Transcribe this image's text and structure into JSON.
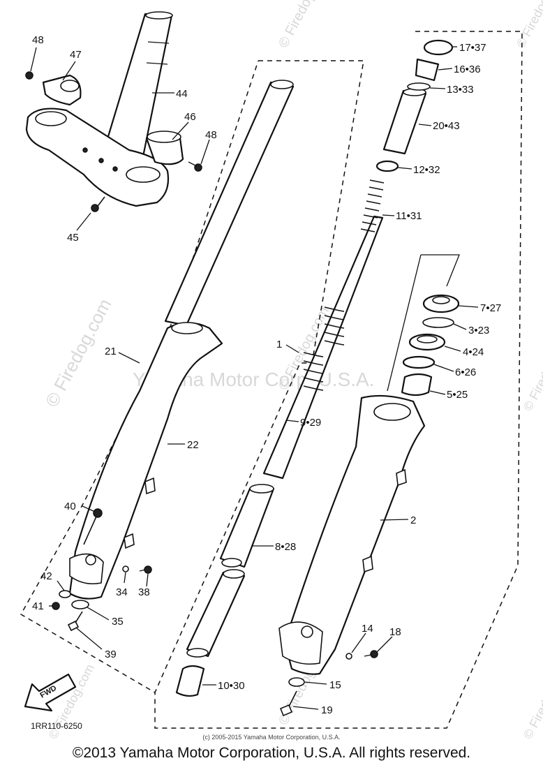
{
  "diagram": {
    "callouts": {
      "c48a": "48",
      "c47": "47",
      "c44": "44",
      "c46": "46",
      "c48b": "48",
      "c45": "45",
      "c17": "17•37",
      "c16": "16•36",
      "c13": "13•33",
      "c20": "20•43",
      "c12": "12•32",
      "c11": "11•31",
      "c7": "7•27",
      "c3": "3•23",
      "c4": "4•24",
      "c6": "6•26",
      "c5": "5•25",
      "c21": "21",
      "c1": "1",
      "c9": "9•29",
      "c22": "22",
      "c2": "2",
      "c40": "40",
      "c8": "8•28",
      "c42": "42",
      "c34": "34",
      "c38": "38",
      "c41": "41",
      "c35": "35",
      "c39": "39",
      "c14": "14",
      "c18": "18",
      "c15": "15",
      "c10": "10•30",
      "c19": "19"
    },
    "fwd_label": "FWD",
    "diagram_code": "1RR110-6250",
    "watermark_text": "© Firedog.com",
    "watermark_center": "Yamaha Motor Corp, U.S.A."
  },
  "footer": {
    "small_copyright": "(c) 2005-2015 Yamaha Motor Corporation, U.S.A.",
    "copyright": "©2013 Yamaha Motor Corporation, U.S.A. All rights reserved."
  }
}
